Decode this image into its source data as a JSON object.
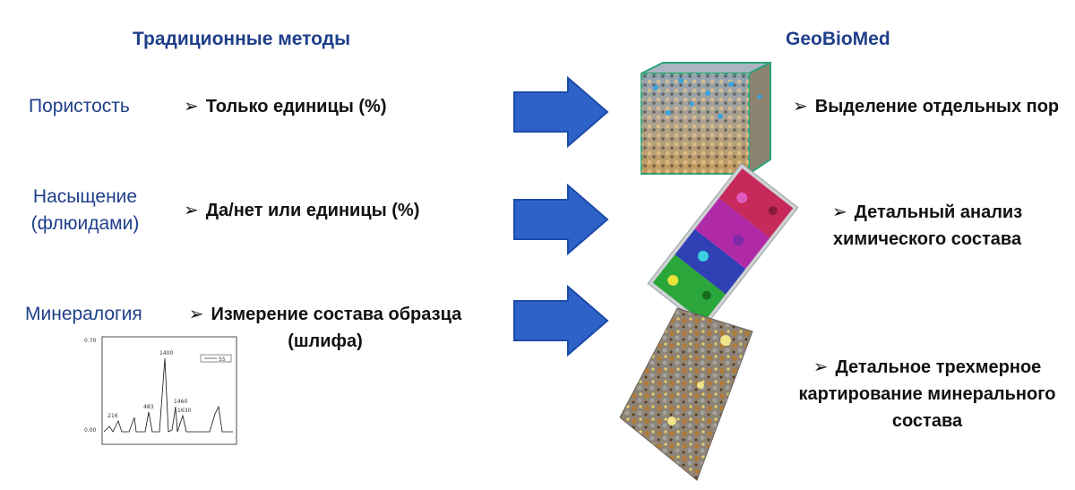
{
  "headers": {
    "left": "Традиционные методы",
    "right": "GeoBioMed"
  },
  "bullet_marker": "➢",
  "rows": [
    {
      "category": "Пористость",
      "traditional": "Только единицы (%)",
      "geobiomed": "Выделение отдельных пор"
    },
    {
      "category_line1": "Насыщение",
      "category_line2": "(флюидами)",
      "traditional": "Да/нет или единицы (%)",
      "geobiomed_line1": "Детальный анализ",
      "geobiomed_line2": "химического состава"
    },
    {
      "category": "Минералогия",
      "traditional_line1": "Измерение состава образца",
      "traditional_line2": "(шлифа)",
      "geobiomed_line1": "Детальное трехмерное",
      "geobiomed_line2": "картирование минерального",
      "geobiomed_line3": "состава"
    }
  ],
  "spectrum_labels": {
    "ytop": "0.70",
    "ybottom": "0.00",
    "peak_main": "1400",
    "peak_a": "483",
    "peak_b": "1460",
    "peak_c": "1630",
    "peak_d": "216",
    "legend": "55"
  },
  "colors": {
    "title_blue": "#1f3f8a",
    "arrow_blue": "#2e62c8"
  }
}
